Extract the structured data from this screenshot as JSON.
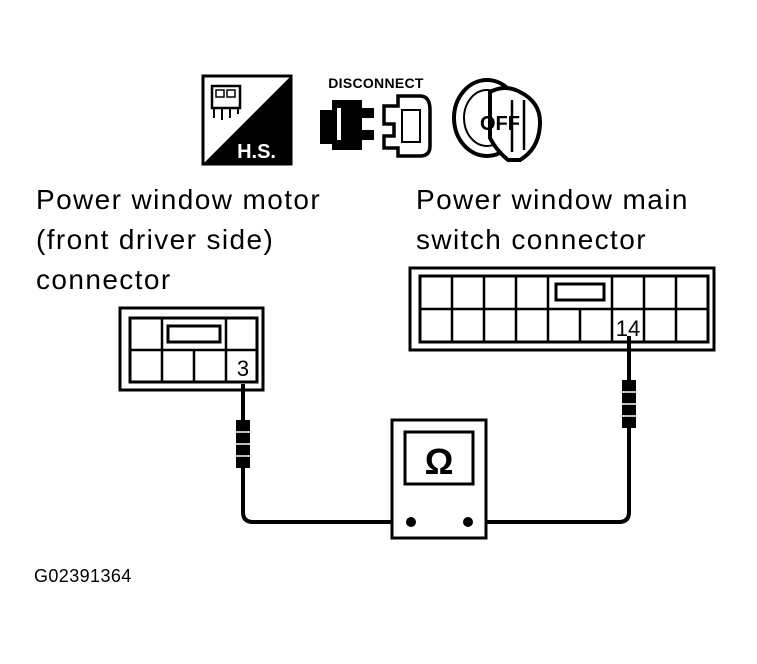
{
  "icons": {
    "harness_side": {
      "name": "harness-side-icon",
      "text": "H.S."
    },
    "disconnect": {
      "name": "disconnect-connector-icon",
      "text": "DISCONNECT"
    },
    "ignition_key": {
      "name": "ignition-key-off-icon",
      "text": "OFF"
    }
  },
  "left_connector": {
    "title_lines": [
      "Power window motor",
      "(front driver side)",
      "connector"
    ],
    "terminal": "3"
  },
  "right_connector": {
    "title_lines": [
      "Power window main",
      "switch connector"
    ],
    "terminal": "14"
  },
  "meter": {
    "name": "ohmmeter",
    "symbol": "Ω"
  },
  "figure_id": "G02391364"
}
